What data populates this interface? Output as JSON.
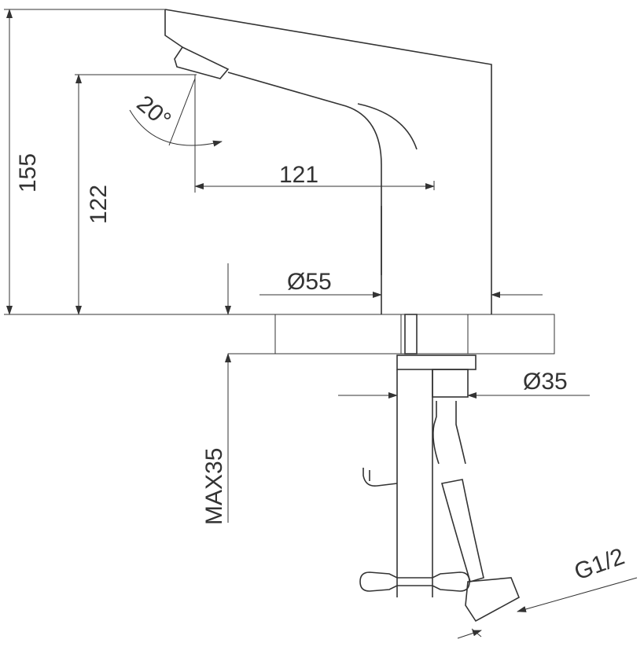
{
  "drawing": {
    "dimensions": {
      "total_height": "155",
      "spout_height": "122",
      "spout_angle": "20°",
      "spout_reach": "121",
      "base_diameter": "Ø55",
      "shank_diameter": "Ø35",
      "max_counter_thickness": "MAX35",
      "connection_thread": "G1/2"
    },
    "colors": {
      "line": "#333333",
      "background": "#ffffff"
    }
  }
}
